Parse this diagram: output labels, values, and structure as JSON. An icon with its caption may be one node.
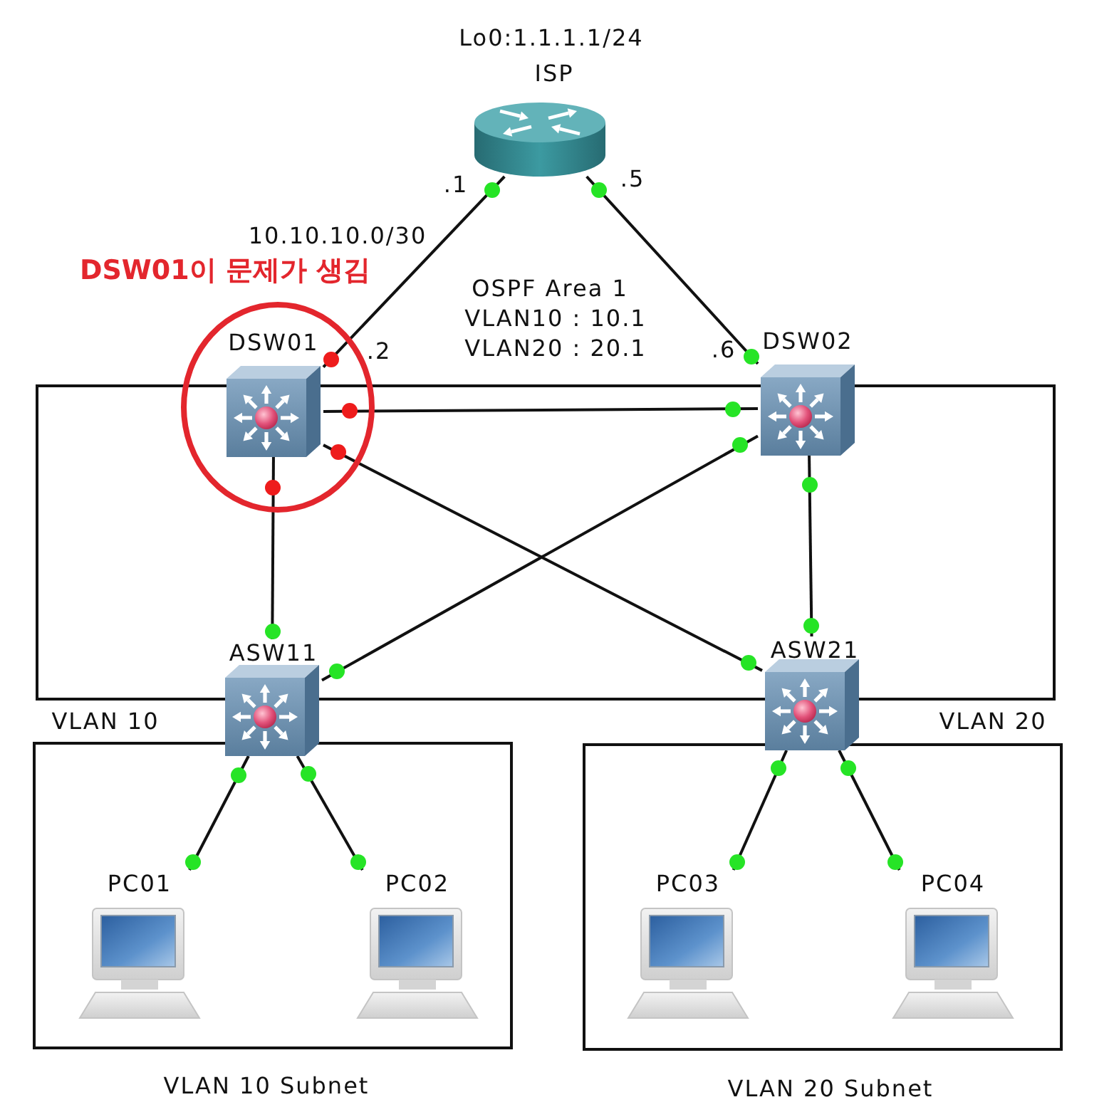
{
  "diagram": {
    "nodes": [
      {
        "text": [
          "ISP"
        ],
        "beside": [
          "Lo0:1.1.1.1/24"
        ]
      },
      {
        "text": [
          "DSW01이 문제가 생김"
        ]
      },
      {
        "text": [
          "DSW01"
        ],
        "in": 1
      },
      {
        "text": [
          "DSW02"
        ]
      },
      {
        "text": [
          "ASW11"
        ]
      },
      {
        "text": [
          "ASW21"
        ]
      },
      {
        "text": [
          "VLAN 10 Subnet"
        ]
      },
      {
        "text": [
          "PC01"
        ],
        "in": 6
      },
      {
        "text": [
          "PC02"
        ],
        "in": 6
      },
      {
        "text": [
          "VLAN 20 Subnet"
        ]
      },
      {
        "text": [
          "PC03"
        ],
        "in": 9
      },
      {
        "text": [
          "PC04"
        ],
        "in": 9
      }
    ],
    "edges": [
      {
        "from": 0,
        "to": 2,
        "arrow": "none",
        "label": "10.10.10.0/30"
      },
      {
        "from": 0,
        "to": 3,
        "arrow": "none"
      },
      {
        "from": 2,
        "to": 3,
        "arrow": "none"
      },
      {
        "from": 2,
        "to": 4,
        "arrow": "none"
      },
      {
        "from": 2,
        "to": 5,
        "arrow": "none"
      },
      {
        "from": 3,
        "to": 4,
        "arrow": "none"
      },
      {
        "from": 3,
        "to": 5,
        "arrow": "none"
      },
      {
        "from": 4,
        "to": 7,
        "arrow": "none"
      },
      {
        "from": 4,
        "to": 8,
        "arrow": "none"
      },
      {
        "from": 5,
        "to": 10,
        "arrow": "none"
      },
      {
        "from": 5,
        "to": 11,
        "arrow": "none"
      }
    ],
    "labels": [
      ".1",
      ".5",
      "OSPF Area 1",
      "VLAN10 : 10.1",
      ".2",
      "VLAN20 : 20.1",
      ".6",
      "VLAN 10",
      "VLAN 20"
    ]
  }
}
